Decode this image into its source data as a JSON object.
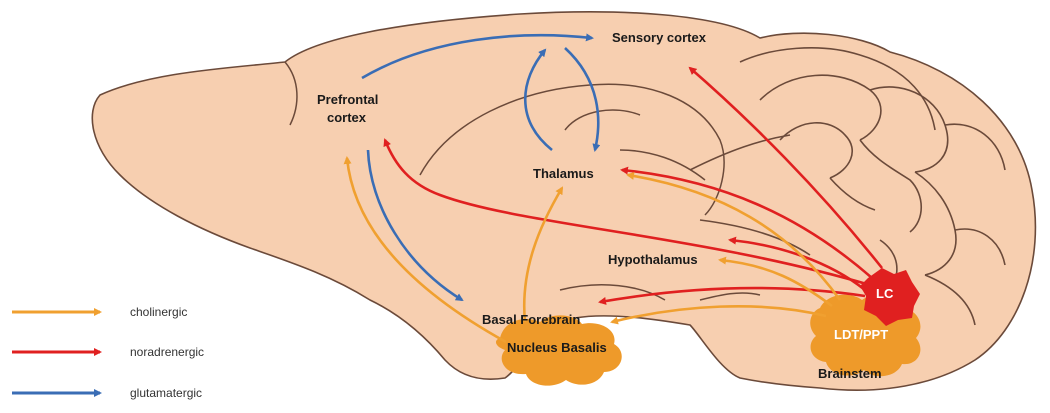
{
  "regions": {
    "sensory_cortex": "Sensory cortex",
    "prefrontal_line1": "Prefrontal",
    "prefrontal_line2": "cortex",
    "thalamus": "Thalamus",
    "hypothalamus": "Hypothalamus",
    "basal_forebrain": "Basal Forebrain",
    "nucleus_basalis": "Nucleus Basalis",
    "lc": "LC",
    "ldt_ppt": "LDT/PPT",
    "brainstem": "Brainstem"
  },
  "legend": [
    {
      "label": "cholinergic",
      "color": "#f0a030"
    },
    {
      "label": "noradrenergic",
      "color": "#e02020"
    },
    {
      "label": "glutamatergic",
      "color": "#3a6db5"
    }
  ],
  "colors": {
    "brain_fill": "#f7cfb0",
    "outline": "#6b4a3a",
    "nucleus_fill": "#ee9a2a",
    "lc_fill": "#e02020"
  }
}
